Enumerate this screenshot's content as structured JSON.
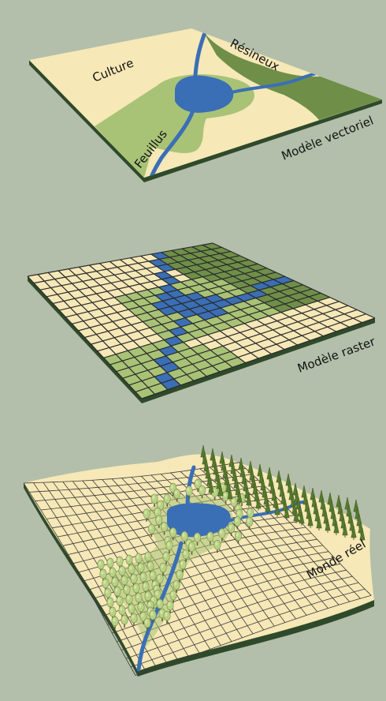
{
  "panels": {
    "vector": {
      "caption": "Modèle vectoriel",
      "labels": {
        "culture": "Culture",
        "resineux": "Résineux",
        "feuillus": "Feuillus"
      }
    },
    "raster": {
      "caption": "Modèle raster"
    },
    "real": {
      "caption": "Monde réel"
    }
  },
  "colors": {
    "background": "#b3bfaa",
    "culture": "#f6e8b7",
    "feuillus": "#a9c376",
    "resineux": "#6f8f49",
    "water": "#3a6fb6",
    "edge": "#2f4a2a",
    "grid_line": "#2a2a2a"
  },
  "icons": [
    "deciduous-tree-icon",
    "conifer-tree-icon"
  ]
}
